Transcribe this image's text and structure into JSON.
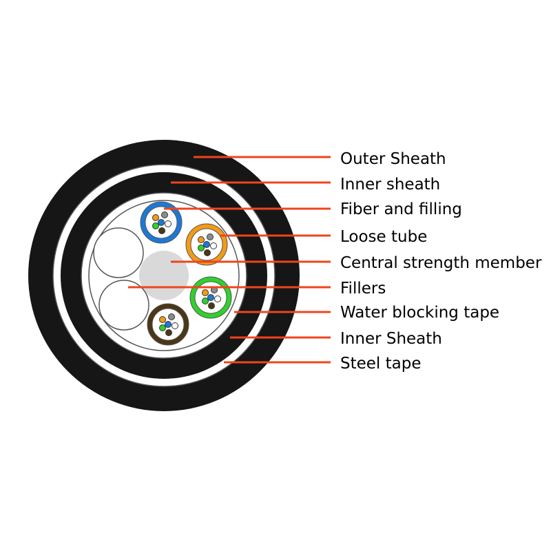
{
  "colors": {
    "leader_line": "#f0441c",
    "sheath": "#161616",
    "tape": "#ffffff",
    "outline": "#555555",
    "central_member": "#d9d9d9",
    "tube_blue": "#1c79d6",
    "tube_orange": "#f39a16",
    "tube_green": "#2fd12d",
    "tube_brown": "#4a3716",
    "fiber_orange": "#f39a16",
    "fiber_gray": "#8c8c8c",
    "fiber_blue": "#1c79d6",
    "fiber_white": "#ffffff",
    "fiber_green": "#2fd12d",
    "fiber_brown": "#4a3716"
  },
  "labels": [
    "Outer Sheath",
    "Inner sheath",
    "Fiber and filling",
    "Loose tube",
    "Central strength member",
    "Fillers",
    "Water blocking tape",
    "Inner Sheath",
    "Steel tape"
  ],
  "loose_tubes": [
    {
      "name": "blue",
      "color_key": "tube_blue"
    },
    {
      "name": "orange",
      "color_key": "tube_orange"
    },
    {
      "name": "green",
      "color_key": "tube_green"
    },
    {
      "name": "brown",
      "color_key": "tube_brown"
    }
  ],
  "fiber_colors": [
    "fiber_orange",
    "fiber_gray",
    "fiber_blue",
    "fiber_white",
    "fiber_green",
    "fiber_brown"
  ]
}
